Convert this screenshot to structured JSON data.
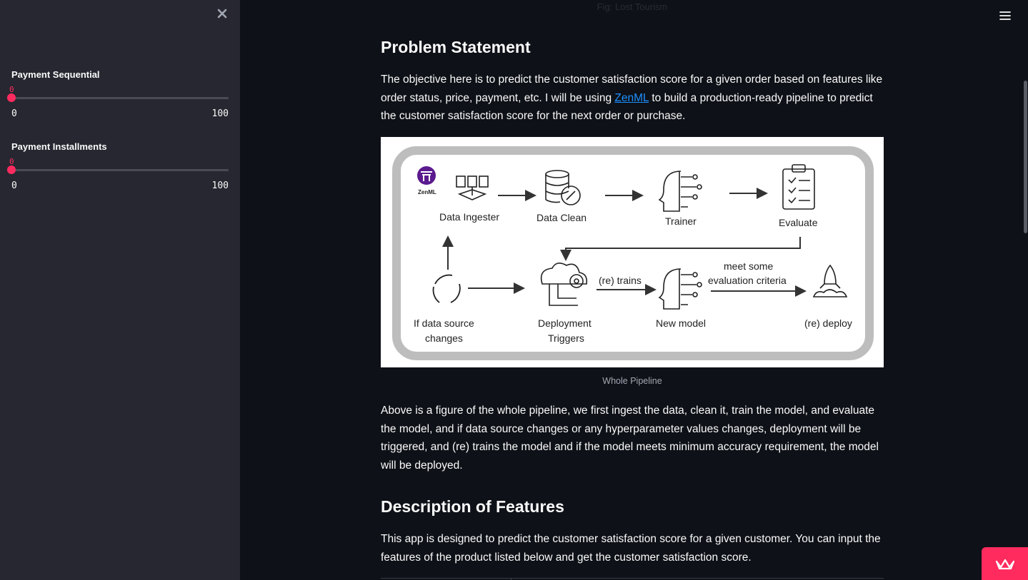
{
  "sidebar": {
    "close_icon": "close-icon",
    "sliders": [
      {
        "label": "Payment Sequential",
        "value": "0",
        "min": "0",
        "max": "100",
        "fraction": 0
      },
      {
        "label": "Payment Installments",
        "value": "0",
        "min": "0",
        "max": "100",
        "fraction": 0
      }
    ]
  },
  "main": {
    "faded_top_text": "Fig: Lost Tourism",
    "problem_heading": "Problem Statement",
    "problem_text_1": "The objective here is to predict the customer satisfaction score for a given order based on features like order status, price, payment, etc. I will be using ",
    "problem_link": "ZenML",
    "problem_text_2": " to build a production-ready pipeline to predict the customer satisfaction score for the next order or purchase.",
    "figure": {
      "logo_text": "ZenML",
      "nodes": {
        "ingester": "Data Ingester",
        "clean": "Data Clean",
        "trainer": "Trainer",
        "evaluate": "Evaluate",
        "source_1": "If data source",
        "source_2": "changes",
        "deploy_trig_1": "Deployment",
        "deploy_trig_2": "Triggers",
        "retrains": "(re) trains",
        "new_model": "New model",
        "criteria_1": "meet some",
        "criteria_2": "evaluation criteria",
        "redeploy": "(re) deploy"
      }
    },
    "caption": "Whole Pipeline",
    "pipeline_text": "Above is a figure of the whole pipeline, we first ingest the data, clean it, train the model, and evaluate the model, and if data source changes or any hyperparameter values changes, deployment will be triggered, and (re) trains the model and if the model meets minimum accuracy requirement, the model will be deployed.",
    "features_heading": "Description of Features",
    "features_text": "This app is designed to predict the customer satisfaction score for a given customer. You can input the features of the product listed below and get the customer satisfaction score."
  },
  "header": {
    "menu_icon": "hamburger-icon"
  },
  "badge": {
    "icon": "streamlit-crown-icon"
  },
  "colors": {
    "accent": "#ff2b5f",
    "link": "#1e90ff",
    "sidebar_bg": "#262730",
    "main_bg": "#0e1117"
  }
}
